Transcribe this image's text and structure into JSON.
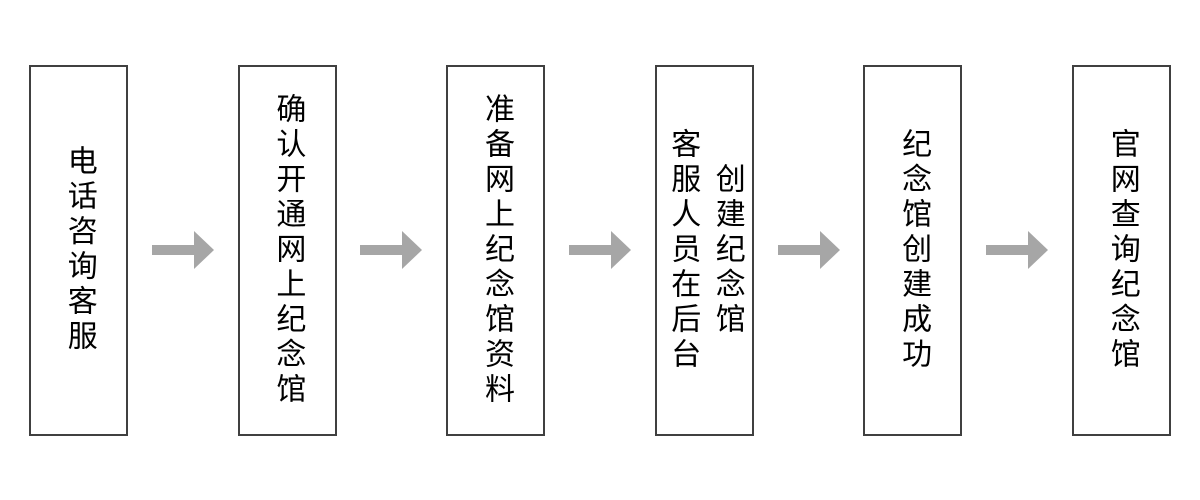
{
  "flowchart": {
    "background_color": "#ffffff",
    "box": {
      "border_color": "#404040",
      "fill_color": "#ffffff",
      "text_color": "#000000"
    },
    "arrow_color": "#a6a6a6",
    "steps": [
      {
        "lines": [
          "电话咨询客服"
        ]
      },
      {
        "lines": [
          "确认开通网上纪念馆"
        ]
      },
      {
        "lines": [
          "准备网上纪念馆资料"
        ]
      },
      {
        "lines": [
          "客服人员在后台",
          "创建纪念馆"
        ]
      },
      {
        "lines": [
          "纪念馆创建成功"
        ]
      },
      {
        "lines": [
          "官网查询纪念馆"
        ]
      }
    ]
  }
}
